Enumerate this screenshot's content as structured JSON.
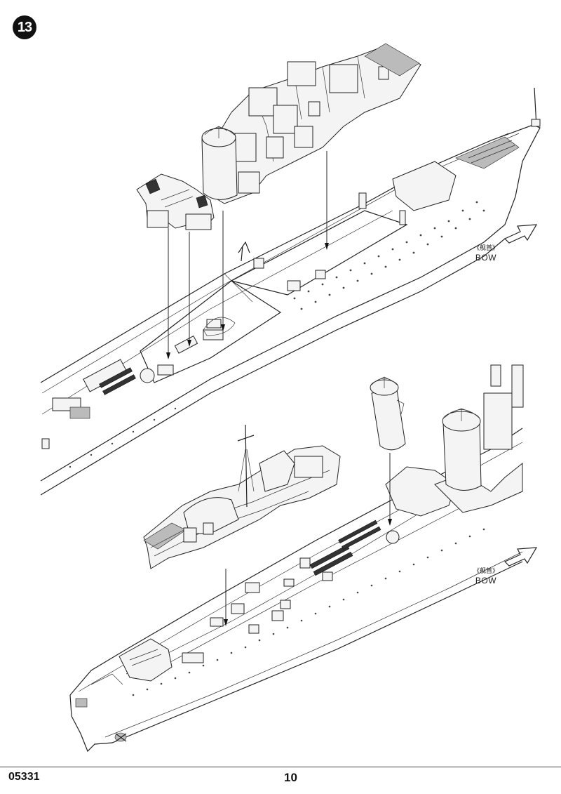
{
  "page": {
    "step_number": "13",
    "product_code": "05331",
    "page_number": "10"
  },
  "labels": {
    "bow_cn": "《舰首》",
    "bow_en": "BOW"
  }
}
